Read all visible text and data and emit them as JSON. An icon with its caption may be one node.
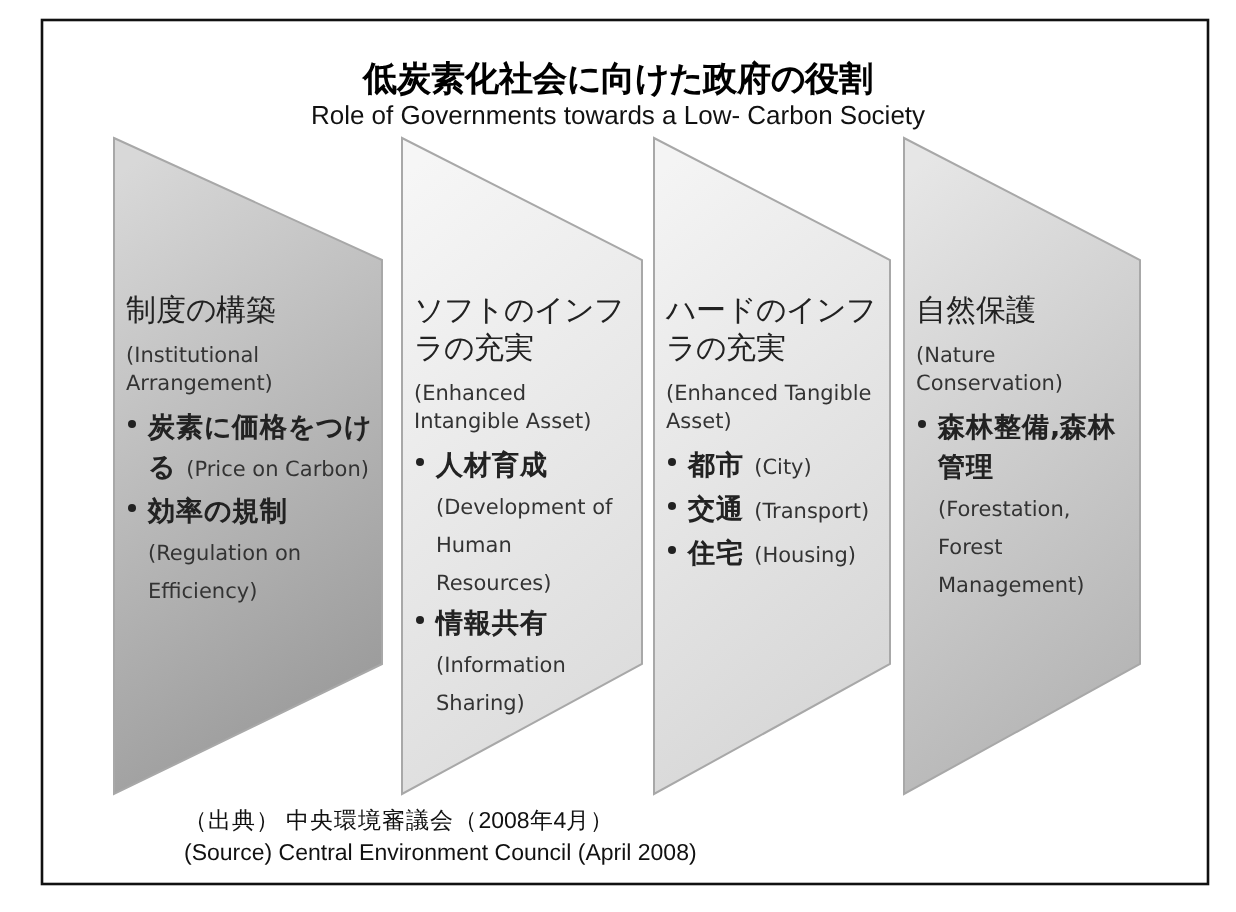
{
  "diagram": {
    "title": "低炭素化社会に向けた政府の役割",
    "nodes": [
      {
        "text": [
          "制度の構築",
          "(Institutional Arrangement)",
          "炭素に価格をつける",
          "(Price on Carbon)",
          "効率の規制",
          "(Regulation on Efficiency)"
        ]
      },
      {
        "text": [
          "ソフトのインフラの充実",
          "(Enhanced Intangible Asset)",
          "人材育成",
          "(Development of Human Resources)",
          "情報共有",
          "(Information Sharing)"
        ]
      },
      {
        "text": [
          "ハードのインフラの充実",
          "(Enhanced Tangible Asset)",
          "都市",
          "(City)",
          "交通",
          "(Transport)",
          "住宅",
          "(Housing)"
        ]
      },
      {
        "text": [
          "自然保護",
          "(Nature Conservation)",
          "森林整備,森林管理",
          "(Forestation, Forest Management)"
        ]
      }
    ],
    "labels": [
      "Role of Governments towards a Low- Carbon Society",
      "（出典） 中央環境審議会（2008年4月）",
      "(Source) Central Environment Council (April 2008)"
    ]
  }
}
